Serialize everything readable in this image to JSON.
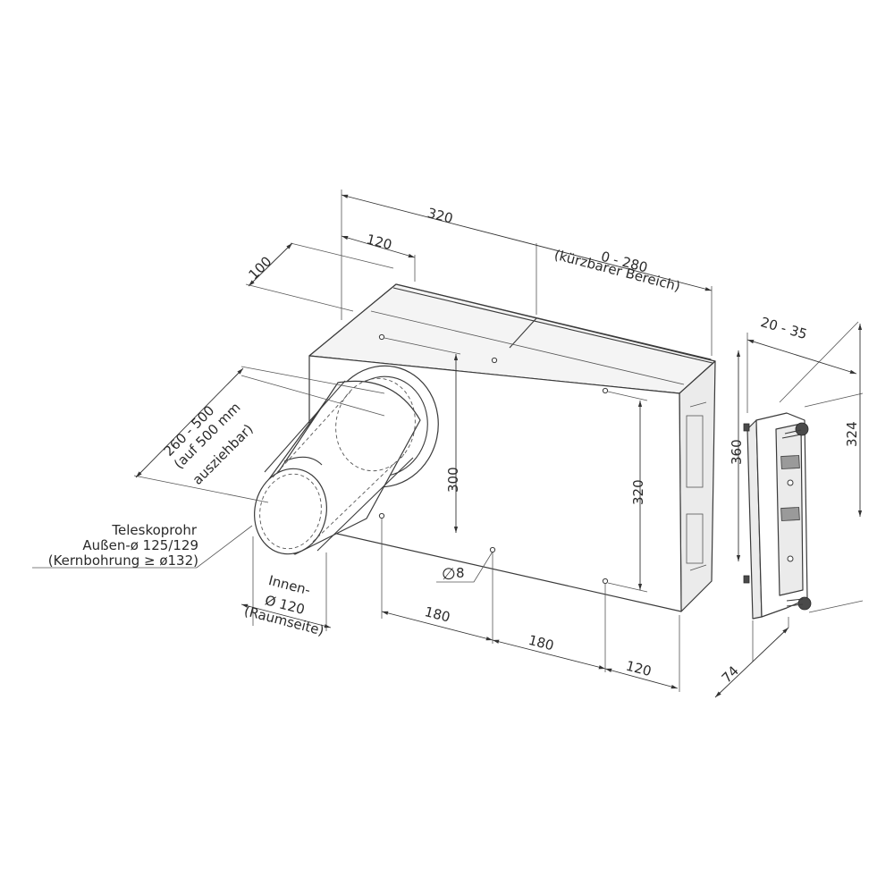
{
  "dimensions": {
    "total_depth": "320",
    "inner_depth": "120",
    "offset_100": "100",
    "shortable_range": "0 - 280",
    "shortable_note": "(kürzbarer Bereich)",
    "plate_thickness": "20 - 35",
    "plate_height": "324",
    "box_height": "360",
    "hole_spacing_vertical_front": "320",
    "hole_spacing_vertical_back": "300",
    "tube_length_line1": "260 - 500",
    "tube_length_line2": "(auf 500 mm",
    "tube_length_line3": "ausziehbar)",
    "hole_diameter": "8",
    "hole_diameter_symbol": "∅",
    "spacing_180_a": "180",
    "spacing_180_b": "180",
    "spacing_120": "120",
    "plate_depth": "74"
  },
  "labels": {
    "tube_line1": "Teleskoprohr",
    "tube_line2": "Außen-ø 125/129",
    "tube_line3": "(Kernbohrung ≥ ø132)",
    "inner_line1": "Innen-",
    "inner_line2": "Ø 120",
    "inner_line3": "(Raumseite)"
  }
}
